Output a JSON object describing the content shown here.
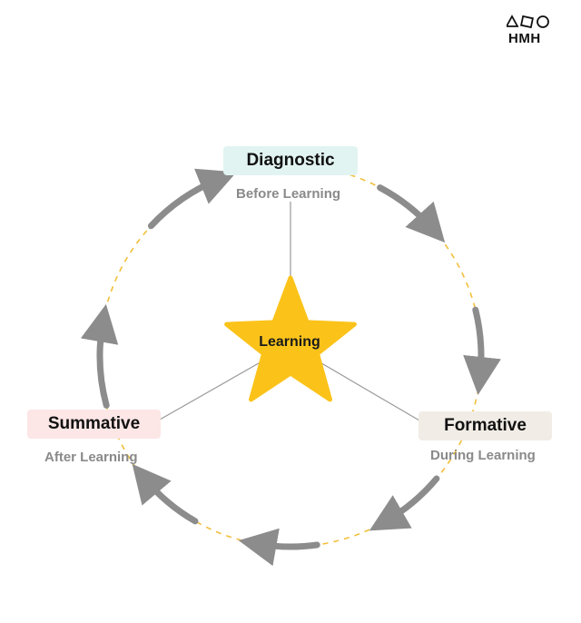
{
  "brand": {
    "name": "HMH",
    "shapes": [
      "triangle-outline",
      "square-outline",
      "circle-outline"
    ]
  },
  "center": {
    "label": "Learning",
    "star_color": "#FBC31A"
  },
  "stages": {
    "diagnostic": {
      "title": "Diagnostic",
      "subtitle": "Before Learning",
      "bg_color": "#E1F4F1"
    },
    "formative": {
      "title": "Formative",
      "subtitle": "During Learning",
      "bg_color": "#F1EDE6"
    },
    "summative": {
      "title": "Summative",
      "subtitle": "After Learning",
      "bg_color": "#FCE6E6"
    }
  },
  "colors": {
    "cycle_dash": "#F2BF3A",
    "arrow": "#8C8C8C",
    "connector": "#9A9A9A",
    "subtitle_text": "#8A8A8A"
  },
  "icons": {
    "cycle_arrow": "curved-arrow-icon",
    "center": "star-icon"
  }
}
